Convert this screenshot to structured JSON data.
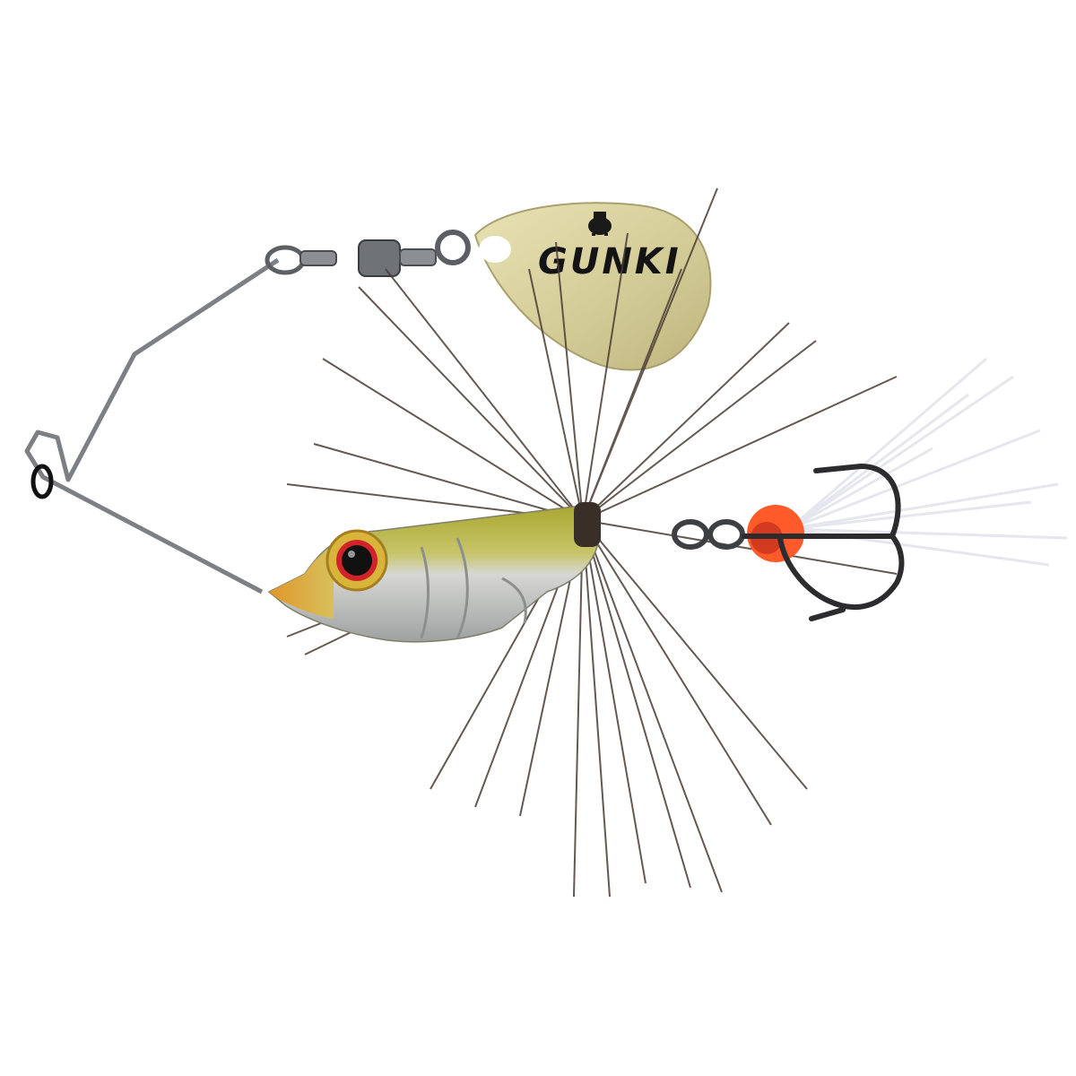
{
  "image": {
    "subject": "spinnerbait fishing lure",
    "background_color": "#ffffff",
    "blade": {
      "brand_text": "GUNKI",
      "color": "#d6cf9e",
      "shape": "willow-colorado teardrop"
    },
    "head": {
      "colors": [
        "#b5b336",
        "#c9cbc9",
        "#e2a53a"
      ],
      "eye_colors": [
        "#d9b43a",
        "#d2232a",
        "#111111"
      ]
    },
    "skirt_color": "#4a3d35",
    "hook": {
      "type": "treble",
      "color": "#2c2c2e"
    },
    "dressing": {
      "collar_color": "#ff5a2a",
      "tail_color": "#eeeef4"
    }
  }
}
